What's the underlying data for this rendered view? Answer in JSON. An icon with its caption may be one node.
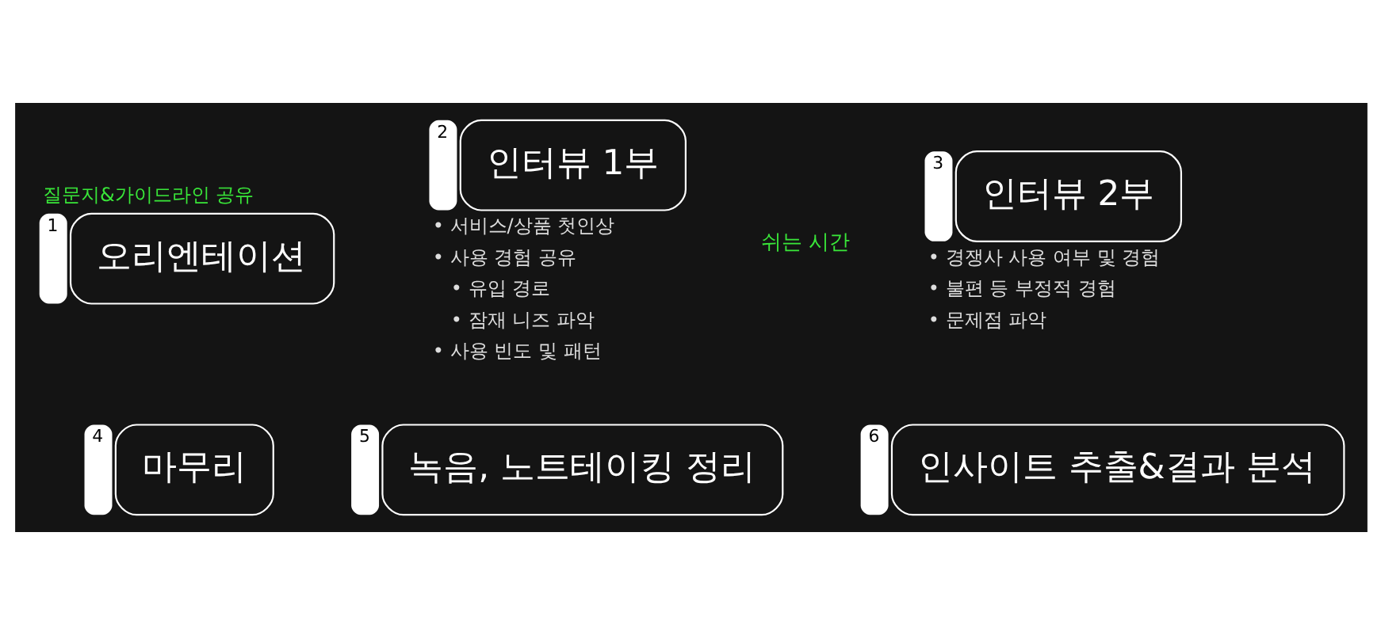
{
  "diagram": {
    "nodes": [
      {
        "text": [
          "1",
          "오리엔테이션"
        ],
        "beside": [
          "질문지&가이드라인 공유"
        ]
      },
      {
        "text": [
          "2",
          "인터뷰 1부"
        ],
        "beside": [
          "• 서비스/상품 첫인상",
          "• 사용 경험 공유",
          "    • 유입 경로",
          "    • 잠재 니즈 파악",
          "• 사용 빈도 및 패턴"
        ]
      },
      {
        "text": [
          "3",
          "인터뷰 2부"
        ],
        "beside": [
          "• 경쟁사 사용 여부 및 경험",
          "• 불편 등 부정적 경험",
          "• 문제점 파악"
        ]
      },
      {
        "text": [
          "4",
          "마무리"
        ]
      },
      {
        "text": [
          "5",
          "녹음, 노트테이킹 정리"
        ]
      },
      {
        "text": [
          "6",
          "인사이트 추출&결과 분석"
        ]
      }
    ],
    "edges": [],
    "labels": [
      "쉬는 시간"
    ]
  }
}
